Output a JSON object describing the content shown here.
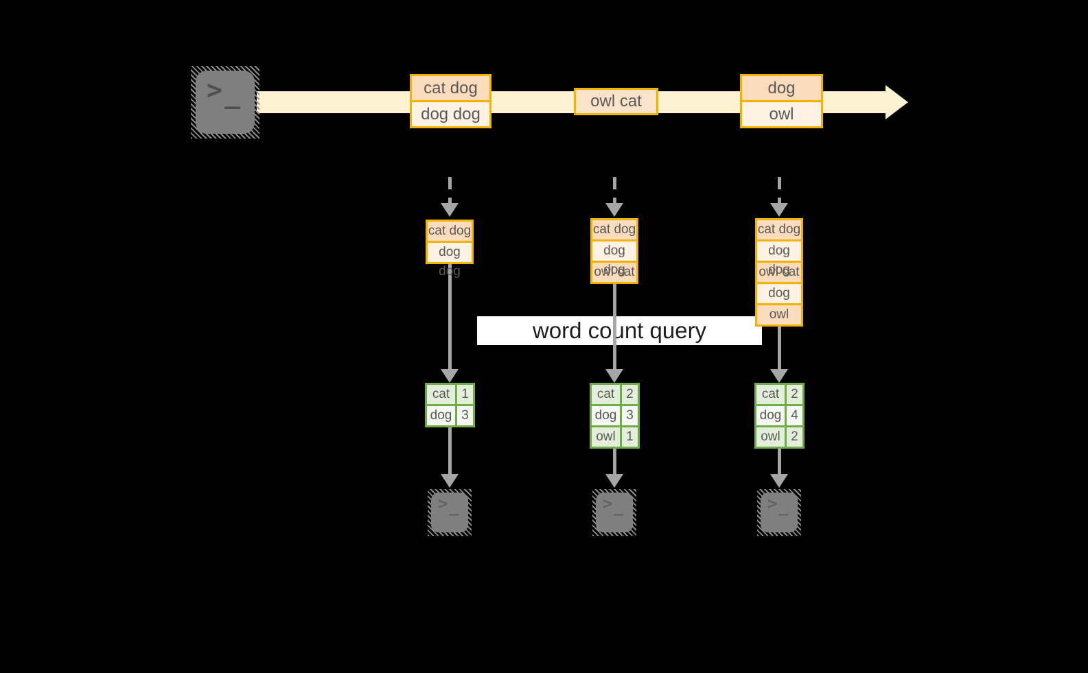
{
  "query_label": "word count query",
  "icons": {
    "prompt_chevron": ">",
    "prompt_cursor": "_",
    "source": "terminal-icon",
    "sink": "terminal-icon"
  },
  "stream": {
    "events": [
      {
        "rows": [
          "cat dog",
          "dog dog"
        ]
      },
      {
        "rows": [
          "owl cat"
        ]
      },
      {
        "rows": [
          "dog",
          "owl"
        ]
      }
    ]
  },
  "columns": [
    {
      "stack": [
        "cat dog",
        "dog dog"
      ],
      "counts": [
        {
          "word": "cat",
          "count": "1"
        },
        {
          "word": "dog",
          "count": "3"
        }
      ]
    },
    {
      "stack": [
        "cat dog",
        "dog dog",
        "owl cat"
      ],
      "counts": [
        {
          "word": "cat",
          "count": "2"
        },
        {
          "word": "dog",
          "count": "3"
        },
        {
          "word": "owl",
          "count": "1"
        }
      ]
    },
    {
      "stack": [
        "cat dog",
        "dog dog",
        "owl cat",
        "dog",
        "owl"
      ],
      "counts": [
        {
          "word": "cat",
          "count": "2"
        },
        {
          "word": "dog",
          "count": "4"
        },
        {
          "word": "owl",
          "count": "2"
        }
      ]
    }
  ],
  "colors": {
    "background": "#000000",
    "stream_band": "#fdf3d2",
    "box_border": "#f2b200",
    "box_fill_dark": "#fadcbc",
    "box_fill_light": "#fdf2e3",
    "table_border": "#70ad47",
    "table_fill_dark": "#e4efdb",
    "table_fill_light": "#f4f8f1",
    "arrow_gray": "#a6a6a6",
    "terminal_gray": "#7f7f7f",
    "label_bg": "#ffffff"
  }
}
